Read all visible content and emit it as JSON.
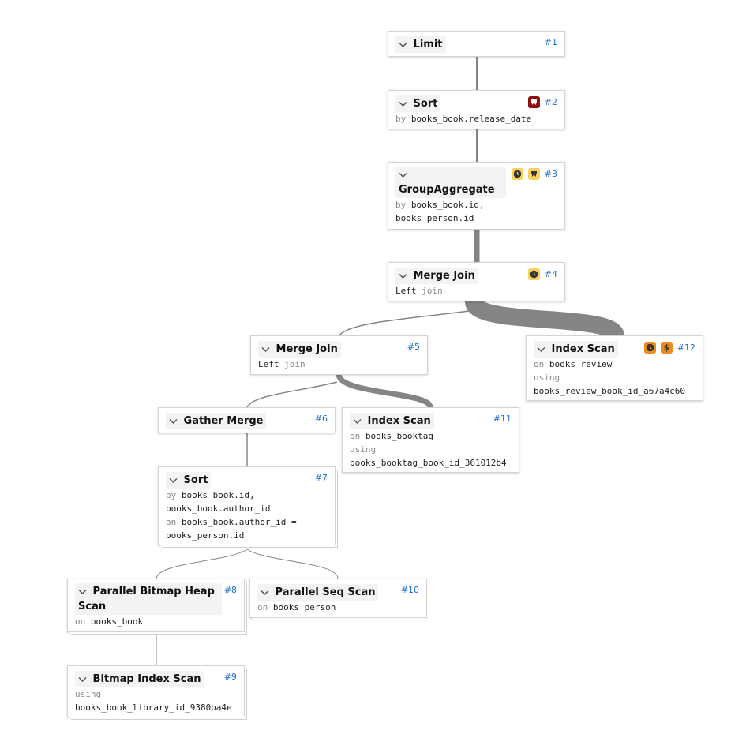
{
  "nodes": {
    "n1": {
      "title": "Limit",
      "id": "#1"
    },
    "n2": {
      "title": "Sort",
      "id": "#2",
      "kw": "by",
      "val": "books_book.release_date"
    },
    "n3": {
      "title": "GroupAggregate",
      "id": "#3",
      "kw": "by",
      "val1": "books_book.id,",
      "val2": "books_person.id"
    },
    "n4": {
      "title": "Merge Join",
      "id": "#4",
      "val": "Left",
      "kw": "join"
    },
    "n5": {
      "title": "Merge Join",
      "id": "#5",
      "val": "Left",
      "kw": "join"
    },
    "n6": {
      "title": "Gather Merge",
      "id": "#6"
    },
    "n7": {
      "title": "Sort",
      "id": "#7",
      "kw1": "by",
      "val1": "books_book.id,",
      "val2": "books_book.author_id",
      "kw2": "on",
      "val3": "books_book.author_id =",
      "val4": "books_person.id"
    },
    "n8": {
      "title1": "Parallel Bitmap Heap",
      "title2": "Scan",
      "id": "#8",
      "kw": "on",
      "val": "books_book"
    },
    "n9": {
      "title": "Bitmap Index Scan",
      "id": "#9",
      "kw": "using",
      "val": "books_book_library_id_9380ba4e"
    },
    "n10": {
      "title": "Parallel Seq Scan",
      "id": "#10",
      "kw": "on",
      "val": "books_person"
    },
    "n11": {
      "title": "Index Scan",
      "id": "#11",
      "kw1": "on",
      "val1": "books_booktag",
      "kw2": "using",
      "val2": "books_booktag_book_id_361012b4"
    },
    "n12": {
      "title": "Index Scan",
      "id": "#12",
      "kw1": "on",
      "val1": "books_review",
      "kw2": "using",
      "val2": "books_review_book_id_a67a4c60"
    }
  },
  "edges": [
    {
      "from": "n1",
      "to": "n2",
      "rows_weight": 1
    },
    {
      "from": "n2",
      "to": "n3",
      "rows_weight": 1
    },
    {
      "from": "n3",
      "to": "n4",
      "rows_weight": 3
    },
    {
      "from": "n4",
      "to": "n5",
      "rows_weight": 1
    },
    {
      "from": "n4",
      "to": "n12",
      "rows_weight": 6
    },
    {
      "from": "n5",
      "to": "n6",
      "rows_weight": 1
    },
    {
      "from": "n5",
      "to": "n11",
      "rows_weight": 3
    },
    {
      "from": "n6",
      "to": "n7",
      "rows_weight": 1
    },
    {
      "from": "n7",
      "to": "n8",
      "rows_weight": 1
    },
    {
      "from": "n7",
      "to": "n10",
      "rows_weight": 1
    },
    {
      "from": "n8",
      "to": "n9",
      "rows_weight": 1
    }
  ],
  "badges": {
    "n2": [
      "filter-icon-darkred"
    ],
    "n3": [
      "clock-icon-yellow",
      "filter-icon-yellow"
    ],
    "n4": [
      "clock-icon-yellow"
    ],
    "n12": [
      "clock-icon-orange",
      "dollar-icon-orange"
    ]
  },
  "colors": {
    "id_link": "#1a6fd0",
    "edge": "#858585",
    "badge_yellow": "#f7d25a",
    "badge_orange": "#ef8a1c",
    "badge_darkred": "#8e0d0d"
  }
}
